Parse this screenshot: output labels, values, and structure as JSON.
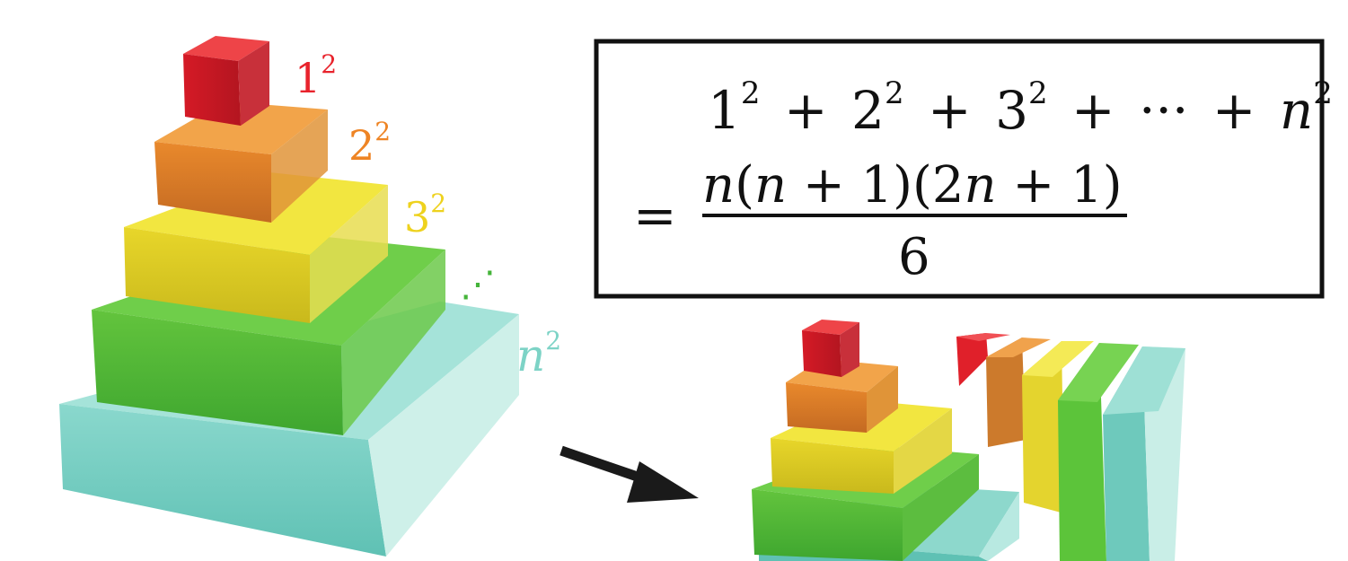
{
  "layer_labels": [
    {
      "base": "1",
      "exp": "2",
      "color": "#e8232c"
    },
    {
      "base": "2",
      "exp": "2",
      "color": "#ee8424"
    },
    {
      "base": "3",
      "exp": "2",
      "color": "#eed21e"
    },
    {
      "base": "⋰",
      "exp": "",
      "color": "#45b43a"
    },
    {
      "base": "n",
      "exp": "2",
      "color": "#7dd3c6"
    }
  ],
  "formula": {
    "lhs": {
      "t1": "1",
      "t2": "2",
      "t3": "3",
      "tn": "n",
      "exp": "2",
      "plus": "+",
      "dots": "···"
    },
    "equals": "=",
    "numerator": [
      "n",
      "(",
      "n",
      " + 1)(2",
      "n",
      " + 1)"
    ],
    "denominator": "6"
  },
  "colors": {
    "red": "#e0202a",
    "orange": "#e7862a",
    "yellow": "#f1e32f",
    "green": "#5cc43a",
    "teal": "#8fd9cd",
    "arrow": "#1a1a1a",
    "frame": "#111111"
  }
}
